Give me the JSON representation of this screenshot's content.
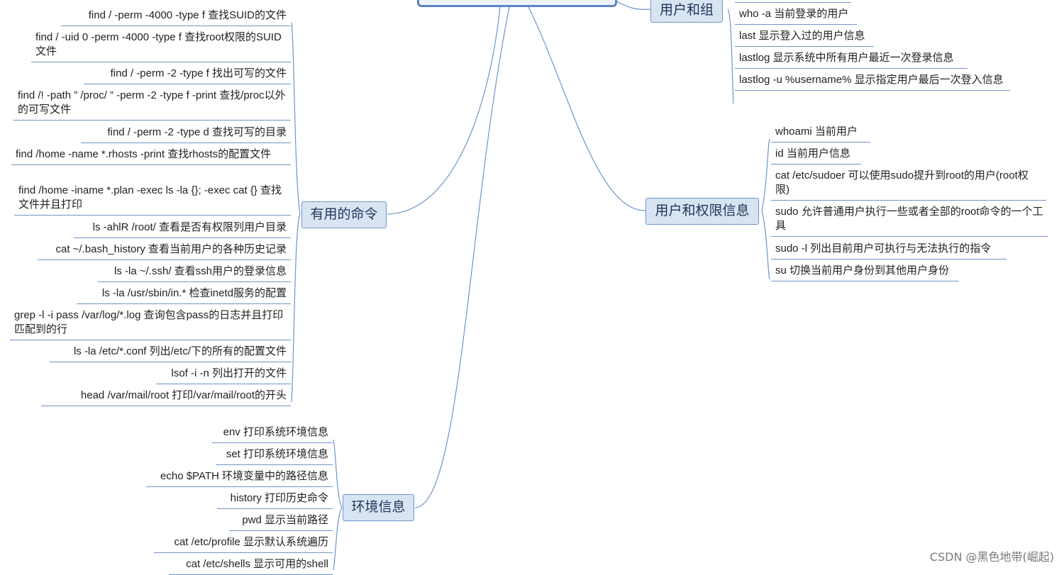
{
  "central": {
    "label": ""
  },
  "branches": {
    "users_groups": {
      "label": "用户和组",
      "items": [
        "who -a 当前登录的用户",
        "last 显示登入过的用户信息",
        "lastlog 显示系统中所有用户最近一次登录信息",
        "lastlog -u %username% 显示指定用户最后一次登入信息"
      ]
    },
    "user_privileges": {
      "label": "用户和权限信息",
      "items": [
        "whoami 当前用户",
        "id 当前用户信息",
        "cat /etc/sudoer 可以使用sudo提升到root的用户(root权限)",
        "sudo 允许普通用户执行一些或者全部的root命令的一个工具",
        "sudo -l 列出目前用户可执行与无法执行的指令",
        "su 切换当前用户身份到其他用户身份"
      ]
    },
    "useful_commands": {
      "label": "有用的命令",
      "items": [
        "find / -perm -4000 -type f 查找SUID的文件",
        "find / -uid 0 -perm -4000 -type f 查找root权限的SUID文件",
        "find / -perm -2 -type f 找出可写的文件",
        "find /! -path ” /proc/ ” -perm -2 -type f -print  查找/proc以外的可写文件",
        "find / -perm -2 -type d 查找可写的目录",
        "find /home -name *.rhosts -print 查找rhosts的配置文件",
        "find /home -iname *.plan -exec ls -la {}; -exec cat {} 查找文件并且打印",
        "ls -ahlR /root/ 查看是否有权限列用户目录",
        "cat ~/.bash_history 查看当前用户的各种历史记录",
        "ls -la ~/.ssh/ 查看ssh用户的登录信息",
        "ls -la /usr/sbin/in.*  检查inetd服务的配置",
        "grep -l -i pass /var/log/*.log 查询包含pass的日志并且打印匹配到的行",
        "ls -la /etc/*.conf 列出/etc/下的所有的配置文件",
        "lsof -i -n 列出打开的文件",
        "head  /var/mail/root 打印/var/mail/root的开头"
      ]
    },
    "environment": {
      "label": "环境信息",
      "items": [
        "env 打印系统环境信息",
        "set 打印系统环境信息",
        "echo $PATH 环境变量中的路径信息",
        "history 打印历史命令",
        "pwd 显示当前路径",
        "cat /etc/profile 显示默认系统遍历",
        "cat /etc/shells 显示可用的shell"
      ]
    }
  },
  "watermark": "CSDN @黑色地带(崛起)",
  "colors": {
    "line": "#6e95c9",
    "node_fill": "#d9e4f3",
    "node_border": "#6e95c9"
  }
}
